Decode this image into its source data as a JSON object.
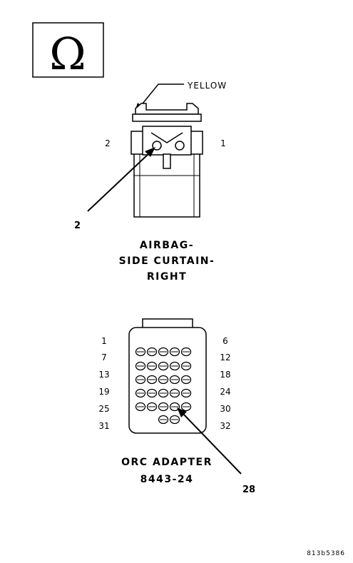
{
  "ohm_symbol": "Ω",
  "wire_color": "YELLOW",
  "airbag_connector": {
    "pin_left": "2",
    "pin_right": "1",
    "callout": "2",
    "title_lines": [
      "AIRBAG-",
      "SIDE CURTAIN-",
      "RIGHT"
    ]
  },
  "orc_adapter": {
    "left_pins": [
      "1",
      "7",
      "13",
      "19",
      "25",
      "31"
    ],
    "right_pins": [
      "6",
      "12",
      "18",
      "24",
      "30",
      "32"
    ],
    "callout": "28",
    "title_lines": [
      "ORC ADAPTER",
      "8443-24"
    ]
  },
  "figure_id": "813b5386"
}
